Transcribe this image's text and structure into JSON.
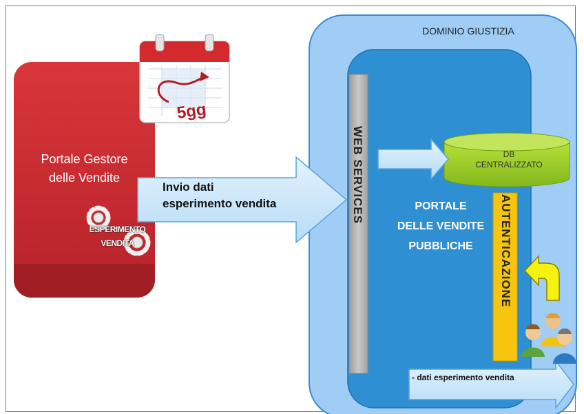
{
  "portale_gestore": {
    "line1": "Portale Gestore",
    "line2": "delle Vendite"
  },
  "esperimento": {
    "line1": "ESPERIMENTO",
    "line2": "VENDITA"
  },
  "invio": {
    "line1": "Invio dati",
    "line2": "esperimento vendita"
  },
  "dominio": "DOMINIO GIUSTIZIA",
  "web_services": "WEB SERVICES",
  "db": {
    "line1": "DB",
    "line2": "CENTRALIZZATO"
  },
  "portale_vendite": {
    "line1": "PORTALE",
    "line2": "DELLE VENDITE",
    "line3": "PUBBLICHE"
  },
  "autenticazione": "AUTENTICAZIONE",
  "dati_esperimento": "- dati esperimento vendita",
  "calendar_badge": "5gg",
  "icons": [
    "calendar-icon",
    "gears-icon",
    "return-arrow-icon",
    "users-icon"
  ],
  "colors": {
    "gestore_red": "#c6282e",
    "dominio_light_blue": "#9fcdf5",
    "portale_blue": "#2e8fd2",
    "web_services_gray": "#b5b5b5",
    "db_green": "#9fd22c",
    "autenticazione_yellow": "#f7c40e",
    "arrow_fill": "#cfe8fb"
  }
}
